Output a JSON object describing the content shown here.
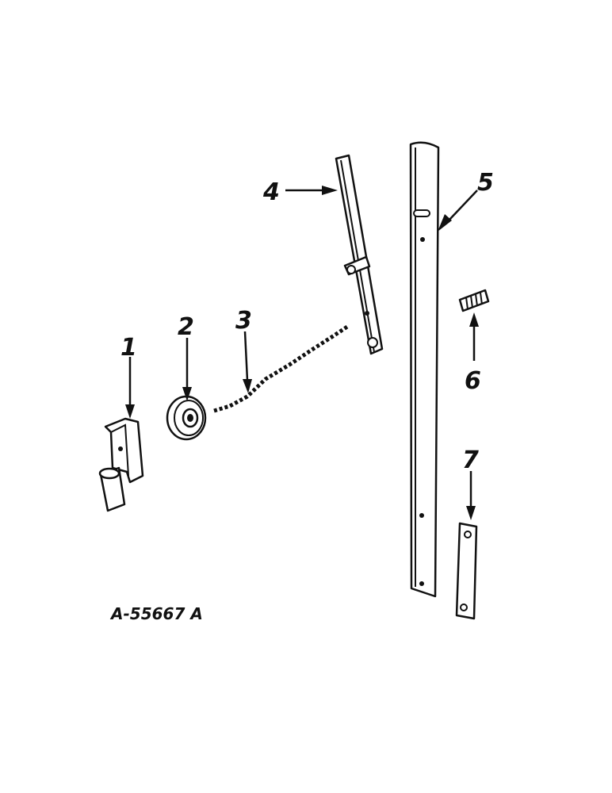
{
  "diagram": {
    "reference_code": "A-55667 A",
    "callouts": [
      {
        "id": "1",
        "label": "1"
      },
      {
        "id": "2",
        "label": "2"
      },
      {
        "id": "3",
        "label": "3"
      },
      {
        "id": "4",
        "label": "4"
      },
      {
        "id": "5",
        "label": "5"
      },
      {
        "id": "6",
        "label": "6"
      },
      {
        "id": "7",
        "label": "7"
      }
    ],
    "colors": {
      "ink": "#111111",
      "paper": "#ffffff"
    }
  }
}
